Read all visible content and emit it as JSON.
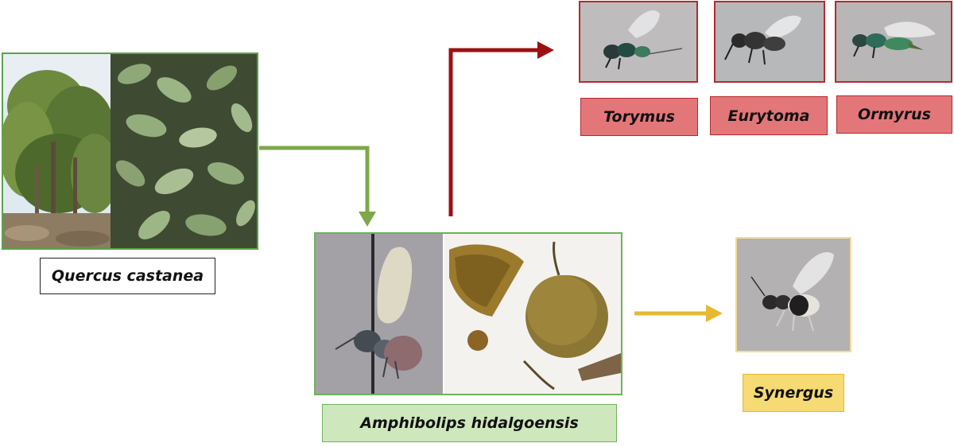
{
  "colors": {
    "host_border": "#5aa34a",
    "host_arrow": "#7ea84a",
    "parasitoid_arrow": "#9b1111",
    "parasitoid_label_fill": "#e37679",
    "parasitoid_label_border": "#b52a2e",
    "inquiline_arrow": "#e6b933",
    "inquiline_label_fill": "#f6da73",
    "inquiline_frame": "#f4dc92",
    "galler_label_fill": "#cfe7bd",
    "galler_border": "#6cb35a"
  },
  "host_plant": {
    "label": "Quercus castanea"
  },
  "gall_wasp": {
    "label": "Amphibolips hidalgoensis"
  },
  "parasitoids": [
    {
      "label": "Torymus"
    },
    {
      "label": "Eurytoma"
    },
    {
      "label": "Ormyrus"
    }
  ],
  "inquiline": {
    "label": "Synergus"
  }
}
